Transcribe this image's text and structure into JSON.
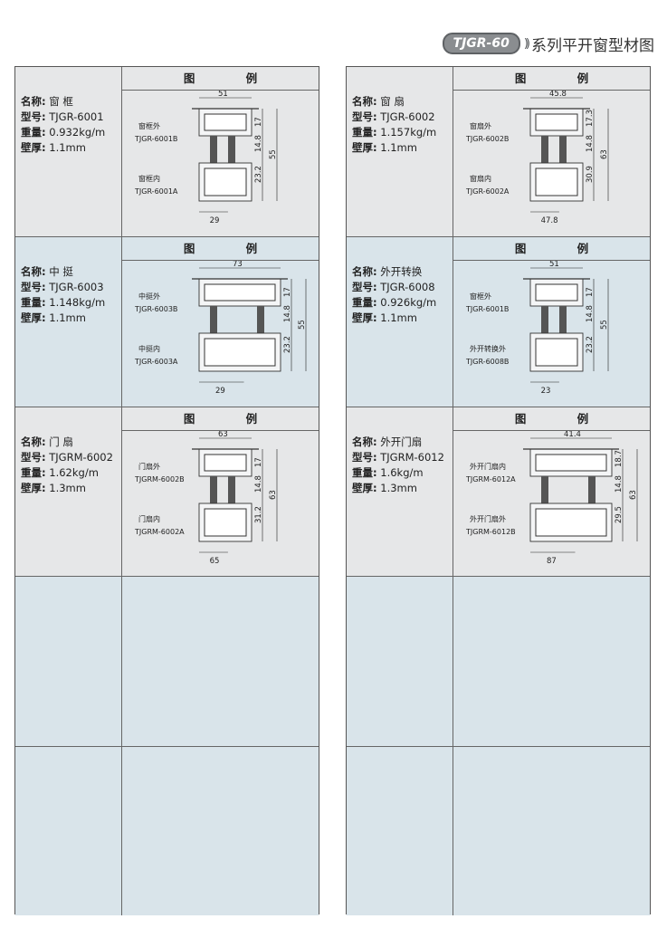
{
  "header": {
    "badge": "TJGR-60",
    "chevron": "))",
    "title": "系列平开窗型材图"
  },
  "figure_heading": "图 例",
  "labels": {
    "name": "名称:",
    "model": "型号:",
    "weight": "重量:",
    "wall": "壁厚:"
  },
  "left": [
    {
      "name": "窗 框",
      "model": "TJGR-6001",
      "weight": "0.932kg/m",
      "wall": "1.1mm",
      "parts": [
        {
          "label": "窗框外",
          "code": "TJGR-6001B"
        },
        {
          "label": "窗框内",
          "code": "TJGR-6001A"
        }
      ],
      "dims": [
        "51",
        "17",
        "14.8",
        "23.2",
        "55",
        "29"
      ]
    },
    {
      "name": "中 挺",
      "model": "TJGR-6003",
      "weight": "1.148kg/m",
      "wall": "1.1mm",
      "parts": [
        {
          "label": "中挺外",
          "code": "TJGR-6003B"
        },
        {
          "label": "中挺内",
          "code": "TJGR-6003A"
        }
      ],
      "dims": [
        "73",
        "17",
        "14.8",
        "23.2",
        "55",
        "29"
      ]
    },
    {
      "name": "门 扇",
      "model": "TJGRM-6002",
      "weight": "1.62kg/m",
      "wall": "1.3mm",
      "parts": [
        {
          "label": "门扇外",
          "code": "TJGRM-6002B"
        },
        {
          "label": "门扇内",
          "code": "TJGRM-6002A"
        }
      ],
      "dims": [
        "63",
        "17",
        "14.8",
        "31.2",
        "63",
        "65"
      ]
    }
  ],
  "right": [
    {
      "name": "窗 扇",
      "model": "TJGR-6002",
      "weight": "1.157kg/m",
      "wall": "1.1mm",
      "parts": [
        {
          "label": "窗扇外",
          "code": "TJGR-6002B"
        },
        {
          "label": "窗扇内",
          "code": "TJGR-6002A"
        }
      ],
      "dims": [
        "45.8",
        "17.3",
        "14.8",
        "30.9",
        "63",
        "47.8"
      ]
    },
    {
      "name": "外开转换",
      "model": "TJGR-6008",
      "weight": "0.926kg/m",
      "wall": "1.1mm",
      "parts": [
        {
          "label": "窗框外",
          "code": "TJGR-6001B"
        },
        {
          "label": "外开转换外",
          "code": "TJGR-6008B"
        }
      ],
      "dims": [
        "51",
        "17",
        "14.8",
        "23.2",
        "55",
        "23"
      ]
    },
    {
      "name": "外开门扇",
      "model": "TJGRM-6012",
      "weight": "1.6kg/m",
      "wall": "1.3mm",
      "parts": [
        {
          "label": "外开门扇内",
          "code": "TJGRM-6012A"
        },
        {
          "label": "外开门扇外",
          "code": "TJGRM-6012B"
        }
      ],
      "dims": [
        "41.4",
        "18.7",
        "14.8",
        "29.5",
        "63",
        "87"
      ]
    }
  ]
}
